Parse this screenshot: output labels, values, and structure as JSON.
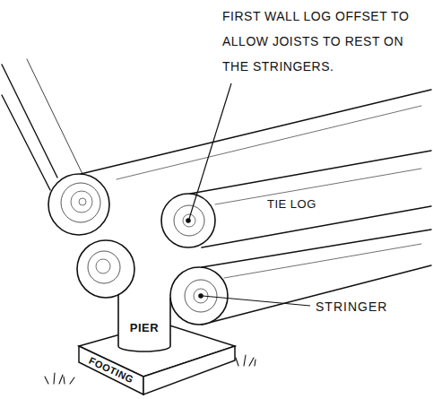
{
  "diagram": {
    "labels": [
      "FIRST WALL LOG OFFSET TO ALLOW JOISTS TO REST ON THE STRINGERS.",
      "TIE LOG",
      "PIER",
      "STRINGER",
      "FOOTING"
    ]
  }
}
